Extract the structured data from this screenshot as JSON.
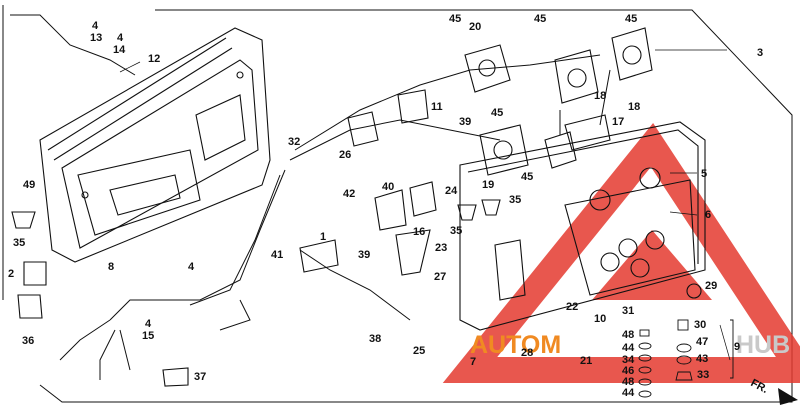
{
  "diagram": {
    "front_marker": "FR.",
    "watermark": {
      "word_left": "AUTOM",
      "word_right": "HUB",
      "color_main": "#f08a22",
      "color_right": "#c9c9c9",
      "triangle_color": "#e43a2f"
    },
    "line_color": "#111111",
    "part_numbers": [
      {
        "id": "c4a",
        "text": "4"
      },
      {
        "id": "c13",
        "text": "13"
      },
      {
        "id": "c4b",
        "text": "4"
      },
      {
        "id": "c14",
        "text": "14"
      },
      {
        "id": "c12",
        "text": "12"
      },
      {
        "id": "c45a",
        "text": "45"
      },
      {
        "id": "c20",
        "text": "20"
      },
      {
        "id": "c45b",
        "text": "45"
      },
      {
        "id": "c45c",
        "text": "45"
      },
      {
        "id": "c3",
        "text": "3"
      },
      {
        "id": "c18a",
        "text": "18"
      },
      {
        "id": "c18b",
        "text": "18"
      },
      {
        "id": "c11",
        "text": "11"
      },
      {
        "id": "c39a",
        "text": "39"
      },
      {
        "id": "c45d",
        "text": "45"
      },
      {
        "id": "c17",
        "text": "17"
      },
      {
        "id": "c32",
        "text": "32"
      },
      {
        "id": "c26",
        "text": "26"
      },
      {
        "id": "c49",
        "text": "49"
      },
      {
        "id": "c19",
        "text": "19"
      },
      {
        "id": "c45e",
        "text": "45"
      },
      {
        "id": "c5",
        "text": "5"
      },
      {
        "id": "c42",
        "text": "42"
      },
      {
        "id": "c40",
        "text": "40"
      },
      {
        "id": "c24",
        "text": "24"
      },
      {
        "id": "c35a",
        "text": "35"
      },
      {
        "id": "c35b",
        "text": "35"
      },
      {
        "id": "c35c",
        "text": "35"
      },
      {
        "id": "c6",
        "text": "6"
      },
      {
        "id": "c16",
        "text": "16"
      },
      {
        "id": "c1",
        "text": "1"
      },
      {
        "id": "c41",
        "text": "41"
      },
      {
        "id": "c39b",
        "text": "39"
      },
      {
        "id": "c23",
        "text": "23"
      },
      {
        "id": "c8",
        "text": "8"
      },
      {
        "id": "c4c",
        "text": "4"
      },
      {
        "id": "c27",
        "text": "27"
      },
      {
        "id": "c2",
        "text": "2"
      },
      {
        "id": "c29",
        "text": "29"
      },
      {
        "id": "c22",
        "text": "22"
      },
      {
        "id": "c31",
        "text": "31"
      },
      {
        "id": "c36",
        "text": "36"
      },
      {
        "id": "c4d",
        "text": "4"
      },
      {
        "id": "c15",
        "text": "15"
      },
      {
        "id": "c38",
        "text": "38"
      },
      {
        "id": "c10",
        "text": "10"
      },
      {
        "id": "c30",
        "text": "30"
      },
      {
        "id": "c48a",
        "text": "48"
      },
      {
        "id": "c47",
        "text": "47"
      },
      {
        "id": "c44a",
        "text": "44"
      },
      {
        "id": "c25",
        "text": "25"
      },
      {
        "id": "c28",
        "text": "28"
      },
      {
        "id": "c21",
        "text": "21"
      },
      {
        "id": "c9",
        "text": "9"
      },
      {
        "id": "c34",
        "text": "34"
      },
      {
        "id": "c43",
        "text": "43"
      },
      {
        "id": "c7",
        "text": "7"
      },
      {
        "id": "c46",
        "text": "46"
      },
      {
        "id": "c37",
        "text": "37"
      },
      {
        "id": "c33",
        "text": "33"
      },
      {
        "id": "c48b",
        "text": "48"
      },
      {
        "id": "c44b",
        "text": "44"
      }
    ]
  }
}
